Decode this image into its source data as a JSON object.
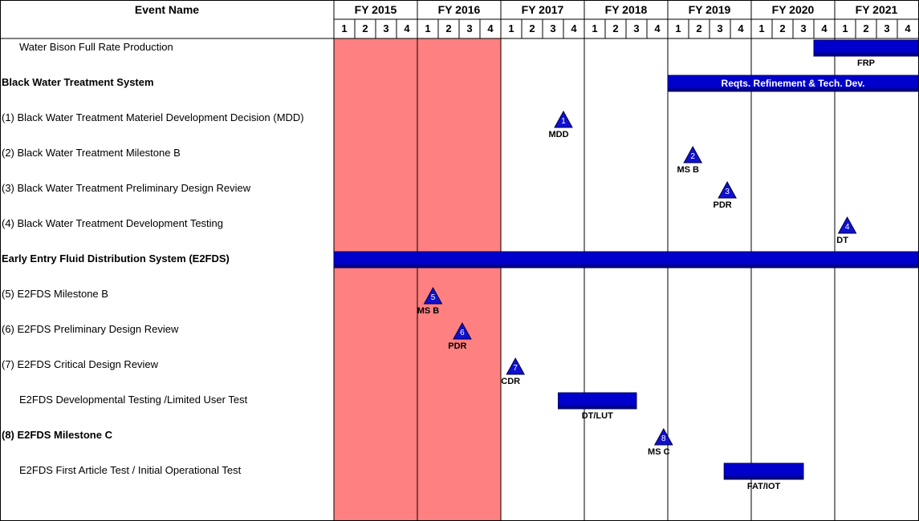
{
  "header": {
    "event_name": "Event Name",
    "fiscal_years": [
      "FY 2015",
      "FY 2016",
      "FY 2017",
      "FY 2018",
      "FY 2019",
      "FY 2020",
      "FY 2021"
    ],
    "quarters": [
      "1",
      "2",
      "3",
      "4"
    ]
  },
  "chart_data": {
    "type": "gantt",
    "shaded_periods": [
      {
        "start": "FY 2015 Q1",
        "end": "FY 2016 Q4",
        "color": "#ff8080"
      }
    ],
    "rows": [
      {
        "label": "Water Bison Full Rate Production",
        "bold": false,
        "indent": true,
        "bars": [
          {
            "start": [
              2020,
              4
            ],
            "end": [
              2021,
              4
            ],
            "label": "FRP",
            "inner_text": ""
          }
        ],
        "milestones": []
      },
      {
        "label": "Black Water Treatment System",
        "bold": true,
        "indent": false,
        "bars": [
          {
            "start": [
              2019,
              1
            ],
            "end": [
              2021,
              4
            ],
            "label": "",
            "inner_text": "Reqts. Refinement & Tech. Dev."
          }
        ],
        "milestones": []
      },
      {
        "label": "(1) Black Water Treatment Materiel Development Decision (MDD)",
        "bold": false,
        "indent": false,
        "bars": [],
        "milestones": [
          {
            "number": "1",
            "pos": [
              2017,
              4.0
            ],
            "label": "MDD"
          }
        ]
      },
      {
        "label": "(2) Black Water Treatment Milestone B",
        "bold": false,
        "indent": false,
        "bars": [],
        "milestones": [
          {
            "number": "2",
            "pos": [
              2019,
              2.2
            ],
            "label": "MS B"
          }
        ]
      },
      {
        "label": "(3) Black Water Treatment Preliminary Design Review",
        "bold": false,
        "indent": false,
        "bars": [],
        "milestones": [
          {
            "number": "3",
            "pos": [
              2019,
              3.85
            ],
            "label": "PDR"
          }
        ]
      },
      {
        "label": "(4) Black Water Treatment Development Testing",
        "bold": false,
        "indent": false,
        "bars": [],
        "milestones": [
          {
            "number": "4",
            "pos": [
              2021,
              1.6
            ],
            "label": "DT"
          }
        ]
      },
      {
        "label": "Early Entry Fluid Distribution System (E2FDS)",
        "bold": true,
        "indent": false,
        "bars": [
          {
            "start": [
              2015,
              1
            ],
            "end": [
              2021,
              4
            ],
            "label": "",
            "inner_text": ""
          }
        ],
        "milestones": []
      },
      {
        "label": "(5) E2FDS Milestone B",
        "bold": false,
        "indent": false,
        "bars": [],
        "milestones": [
          {
            "number": "5",
            "pos": [
              2016,
              1.75
            ],
            "label": "MS B"
          }
        ]
      },
      {
        "label": "(6) E2FDS Preliminary Design Review",
        "bold": false,
        "indent": false,
        "bars": [],
        "milestones": [
          {
            "number": "6",
            "pos": [
              2016,
              3.15
            ],
            "label": "PDR"
          }
        ]
      },
      {
        "label": "(7) E2FDS Critical Design Review",
        "bold": false,
        "indent": false,
        "bars": [],
        "milestones": [
          {
            "number": "7",
            "pos": [
              2017,
              1.7
            ],
            "label": "CDR"
          }
        ]
      },
      {
        "label": "E2FDS Developmental Testing /Limited User Test",
        "bold": false,
        "indent": true,
        "bars": [
          {
            "start": [
              2017,
              3.75
            ],
            "end": [
              2018,
              2.5
            ],
            "label": "DT/LUT",
            "inner_text": ""
          }
        ],
        "milestones": []
      },
      {
        "label": "(8) E2FDS Milestone C",
        "bold": true,
        "indent": false,
        "bars": [],
        "milestones": [
          {
            "number": "8",
            "pos": [
              2018,
              4.8
            ],
            "label": "MS C"
          }
        ]
      },
      {
        "label": "E2FDS First Article Test / Initial Operational Test",
        "bold": false,
        "indent": true,
        "bars": [
          {
            "start": [
              2019,
              3.7
            ],
            "end": [
              2020,
              2.5
            ],
            "label": "FAT/IOT",
            "inner_text": ""
          }
        ],
        "milestones": []
      }
    ]
  },
  "colors": {
    "bar": "#0000cc",
    "bar_dark": "#000066",
    "milestone": "#1010d0",
    "shade": "#ff8080",
    "grid": "#000000"
  }
}
